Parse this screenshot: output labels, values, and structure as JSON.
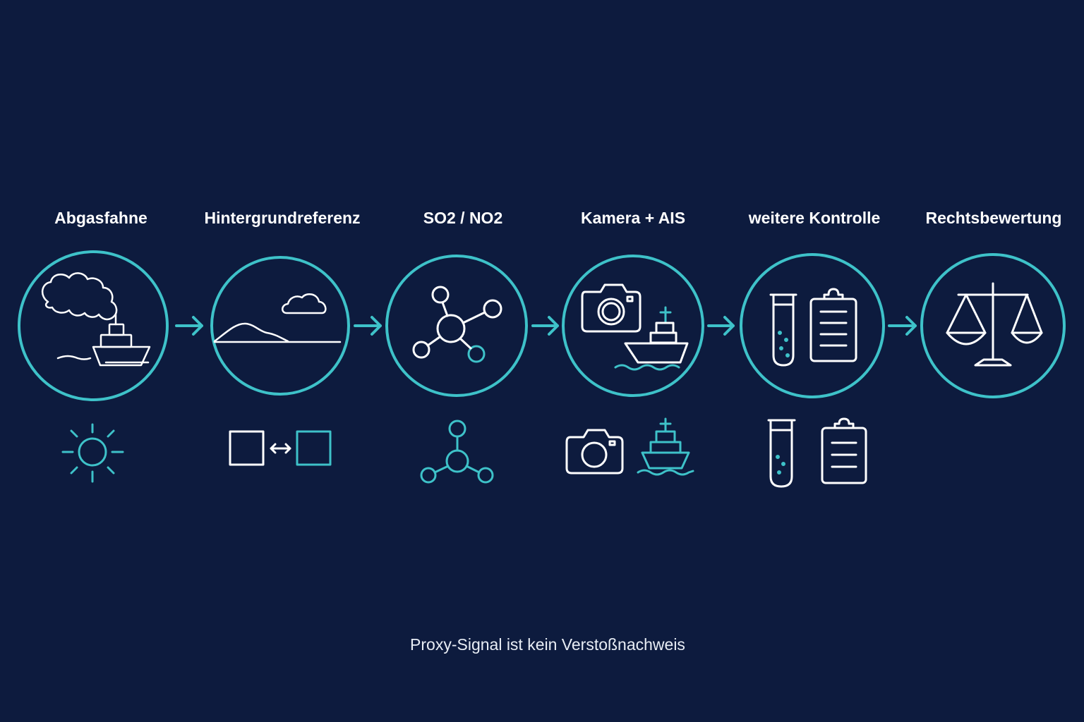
{
  "colors": {
    "background": "#0d1b3e",
    "accent": "#3ec2c9",
    "line": "#ffffff"
  },
  "steps": [
    {
      "label": "Abgasfahne",
      "main_icon": "ship-smoke-plume-icon",
      "sub_icons": [
        "sun-icon"
      ]
    },
    {
      "label": "Hintergrundreferenz",
      "main_icon": "landscape-cloud-icon",
      "sub_icons": [
        "square-compare-arrow-icon"
      ]
    },
    {
      "label": "SO2 / NO2",
      "main_icon": "molecule-icon",
      "sub_icons": [
        "molecule-small-icon"
      ]
    },
    {
      "label": "Kamera + AIS",
      "main_icon": "camera-ship-icon",
      "sub_icons": [
        "camera-icon",
        "ship-icon"
      ]
    },
    {
      "label": "weitere Kontrolle",
      "main_icon": "test-tube-clipboard-icon",
      "sub_icons": [
        "test-tube-icon",
        "clipboard-icon"
      ]
    },
    {
      "label": "Rechtsbewertung",
      "main_icon": "scales-of-justice-icon",
      "sub_icons": []
    }
  ],
  "footer": "Proxy-Signal ist kein Verstoßnachweis"
}
